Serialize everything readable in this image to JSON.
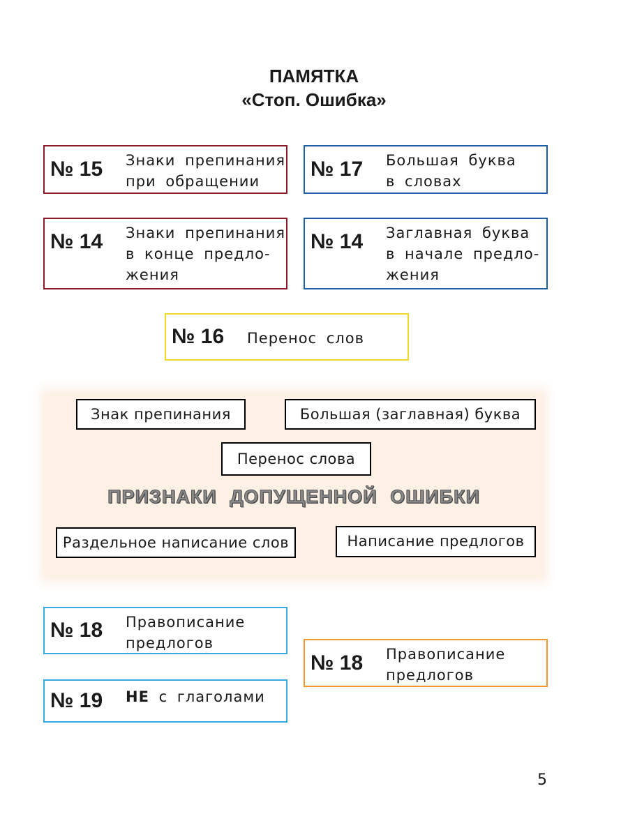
{
  "header": {
    "line1": "ПАМЯТКА",
    "line2": "«Стоп. Ошибка»"
  },
  "rules": [
    {
      "num": "№ 15",
      "text": "Знаки препинания\nпри обращении"
    },
    {
      "num": "№ 17",
      "text": "Большая буква\nв словах"
    },
    {
      "num": "№ 14",
      "text": "Знаки препинания\nв конце предло-\nжения"
    },
    {
      "num": "№ 14",
      "text": "Заглавная буква\nв начале предло-\nжения"
    },
    {
      "num": "№ 16",
      "text": "Перенос слов"
    },
    {
      "num": "№ 18",
      "text": "Правописание\nпредлогов"
    },
    {
      "num": "№ 18",
      "text": "Правописание\nпредлогов"
    },
    {
      "num": "№ 19",
      "bold": "НЕ",
      "text": " с глаголами"
    }
  ],
  "signs": {
    "punctuation": "Знак препинания",
    "capital": "Большая (заглавная) буква",
    "hyphen": "Перенос слова",
    "title": "ПРИЗНАКИ ДОПУЩЕННОЙ ОШИБКИ",
    "separate": "Раздельное написание слов",
    "prepositions": "Написание предлогов"
  },
  "page_number": "5",
  "colors": {
    "punctuation": "#8b1a2b",
    "capital": "#1f5fa8",
    "hyphen": "#f1d82a",
    "separate": "#38a8e0",
    "prepositions": "#f0992a",
    "band": "#fdf0e4"
  }
}
